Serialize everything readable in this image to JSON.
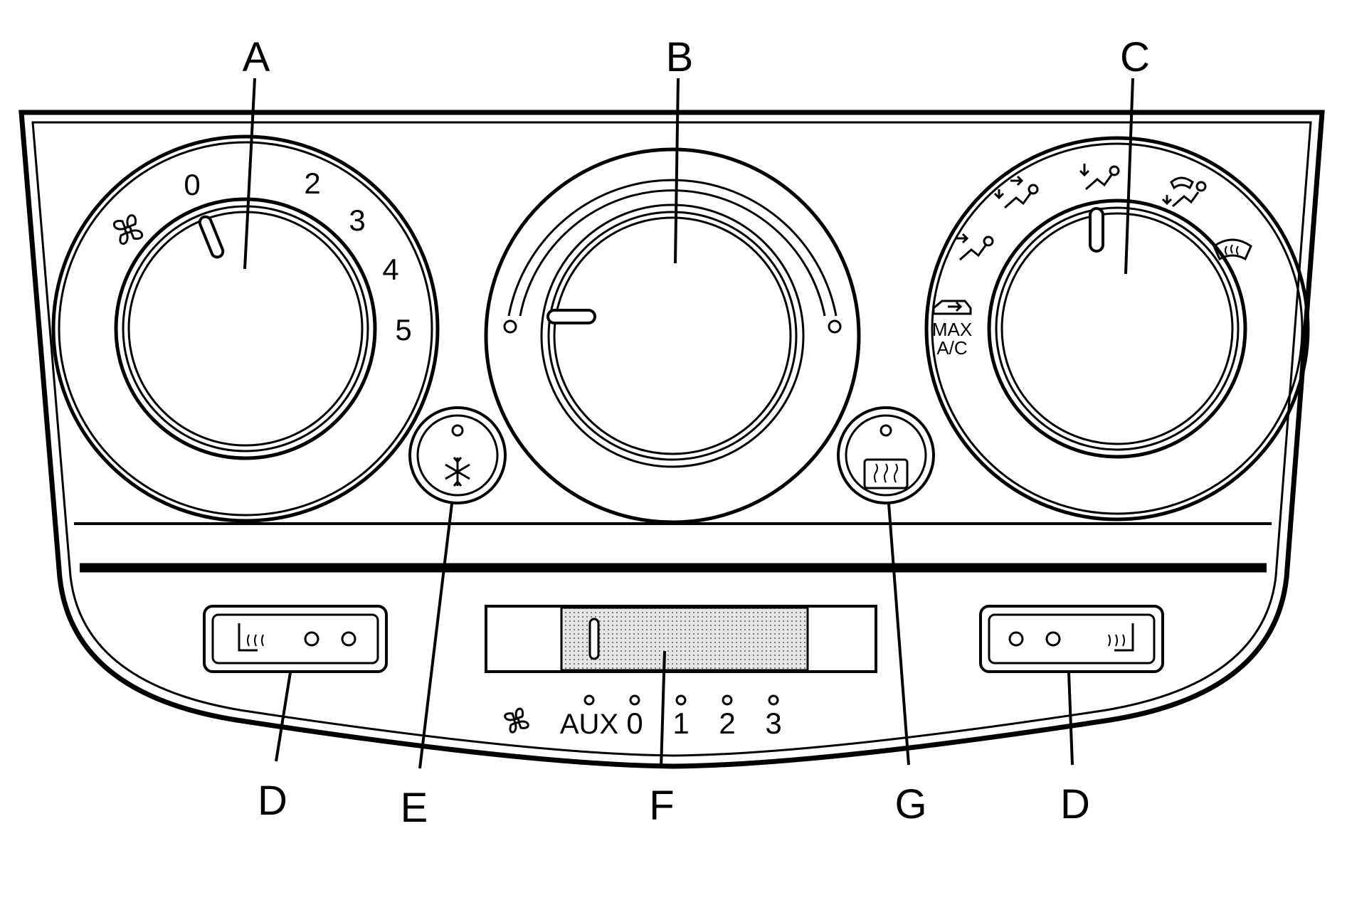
{
  "labels": {
    "A": "A",
    "B": "B",
    "C": "C",
    "D_left": "D",
    "D_right": "D",
    "E": "E",
    "F": "F",
    "G": "G"
  },
  "fan_dial": {
    "scale": [
      "0",
      "2",
      "3",
      "4",
      "5"
    ],
    "icon": "fan-icon"
  },
  "mode_dial": {
    "max_line1": "MAX",
    "max_line2": "A/C",
    "icons": [
      "recirculation-icon",
      "vent-icon",
      "bi-level-icon",
      "floor-icon",
      "floor-defrost-icon",
      "defrost-icon"
    ]
  },
  "aux_fan": {
    "labels": [
      "AUX",
      "0",
      "1",
      "2",
      "3"
    ],
    "icon": "fan-icon"
  },
  "buttons": {
    "ac": "snowflake-icon",
    "rear_defrost": "rear-defrost-icon",
    "seat_heater": "heated-seat-icon"
  },
  "colors": {
    "line": "#000000",
    "background": "#ffffff",
    "slider_fill": "#d8d8d8"
  }
}
